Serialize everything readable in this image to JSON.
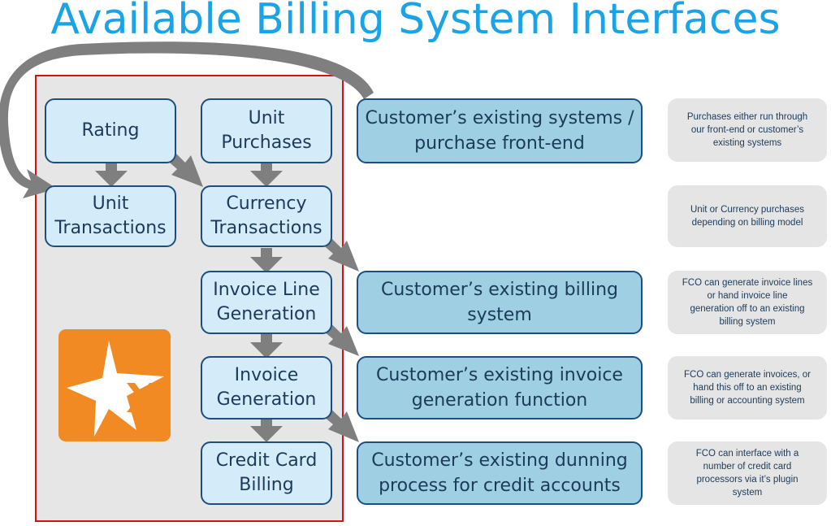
{
  "title": "Available Billing System Interfaces",
  "internal_nodes": {
    "rating": "Rating",
    "unit_transactions": "Unit\nTransactions",
    "unit_purchases": "Unit\nPurchases",
    "currency_transactions": "Currency\nTransactions",
    "invoice_line_generation": "Invoice Line\nGeneration",
    "invoice_generation": "Invoice\nGeneration",
    "credit_card_billing": "Credit Card\nBilling"
  },
  "external_systems": {
    "purchase_front_end": "Customer’s existing systems /\npurchase front-end",
    "billing_system": "Customer’s existing billing\nsystem",
    "invoice_generation": "Customer’s existing invoice\ngeneration function",
    "dunning_process": "Customer’s existing dunning\nprocess for credit accounts"
  },
  "notes": {
    "purchases": "Purchases either run through\nour front-end or customer’s\nexisting systems",
    "unit_currency": "Unit or Currency purchases\ndepending on billing model",
    "invoice_lines": "FCO can generate invoice lines\nor hand invoice line\ngeneration off to an existing\nbilling system",
    "invoices": "FCO can generate invoices, or\nhand this off to an existing\nbilling  or accounting system",
    "credit_card": "FCO can interface with  a\nnumber of credit card\nprocessors via it’s plugin\nsystem"
  },
  "colors": {
    "title": "#1aa3e6",
    "internal_fill": "#d4ecf9",
    "external_fill": "#9ecfe2",
    "border": "#1c4f80",
    "arrow": "#7f7f7f",
    "frame": "#d6111b",
    "logo": "#f28a24"
  }
}
